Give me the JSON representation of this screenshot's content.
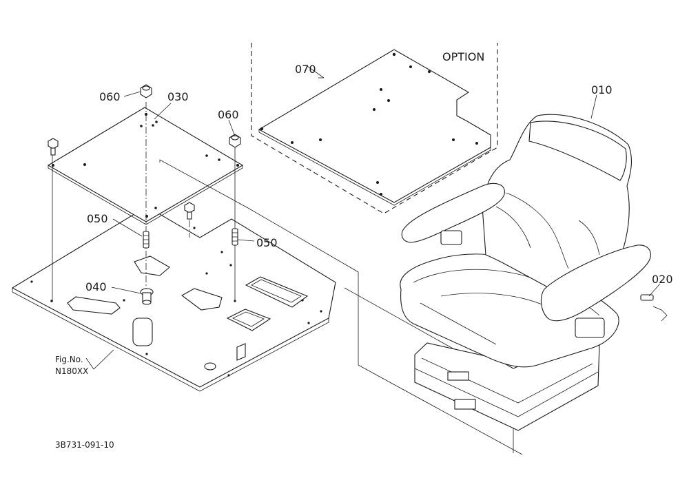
{
  "diagram": {
    "labels": {
      "option": "OPTION",
      "p070": "070",
      "p060a": "060",
      "p030": "030",
      "p060b": "060",
      "p010": "010",
      "p050a": "050",
      "p050b": "050",
      "p040": "040",
      "p020": "020",
      "fig_no": "Fig.No.",
      "fig_ref": "N180XX",
      "drawing_no": "3B731-091-10"
    }
  }
}
